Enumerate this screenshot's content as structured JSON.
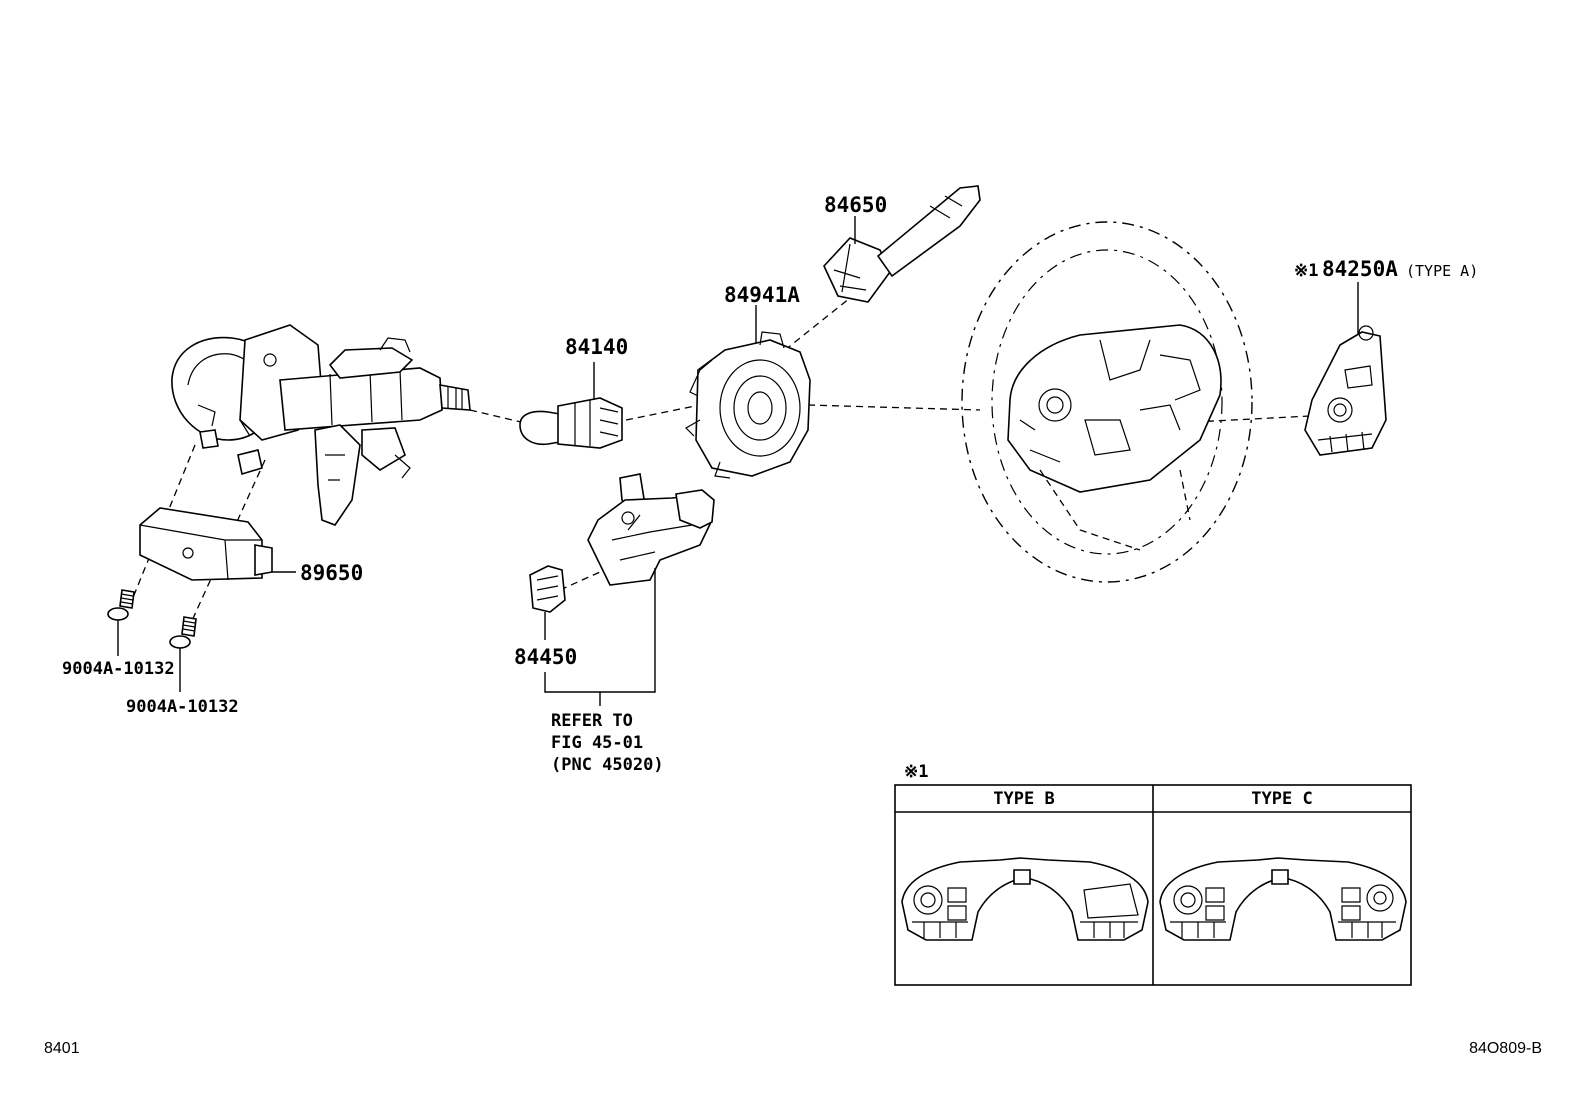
{
  "parts": {
    "p84650": "84650",
    "p84941a": "84941A",
    "p84140": "84140",
    "p84250a_mark": "※1",
    "p84250a": "84250A",
    "p84250a_type": "(TYPE A)",
    "p89650": "89650",
    "p9004a_1": "9004A-10132",
    "p9004a_2": "9004A-10132",
    "p84450": "84450"
  },
  "reference_note": {
    "line1": "REFER TO",
    "line2": "FIG 45-01",
    "line3": "(PNC 45020)"
  },
  "variants": {
    "mark": "※1",
    "type_b": "TYPE B",
    "type_c": "TYPE C"
  },
  "footer": {
    "left_code": "8401",
    "right_code": "84O809-B"
  }
}
